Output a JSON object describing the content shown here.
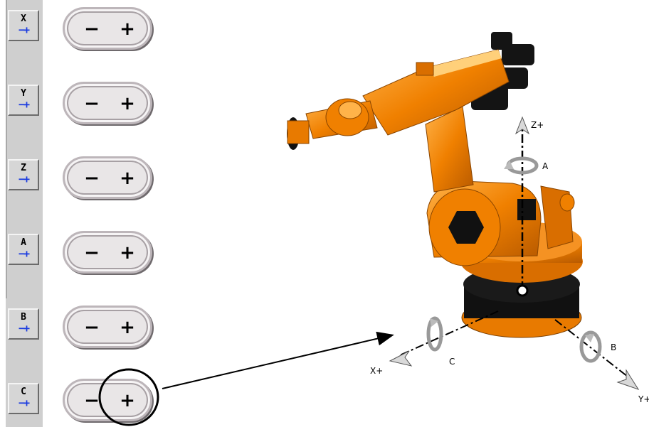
{
  "axes": [
    {
      "letter": "X",
      "pm": "−+",
      "minus": "−",
      "plus": "+"
    },
    {
      "letter": "Y",
      "pm": "−+",
      "minus": "−",
      "plus": "+"
    },
    {
      "letter": "Z",
      "pm": "−+",
      "minus": "−",
      "plus": "+"
    },
    {
      "letter": "A",
      "pm": "−+",
      "minus": "−",
      "plus": "+"
    },
    {
      "letter": "B",
      "pm": "−+",
      "minus": "−",
      "plus": "+"
    },
    {
      "letter": "C",
      "pm": "−+",
      "minus": "−",
      "plus": "+"
    }
  ],
  "diagram": {
    "z_label": "Z+",
    "x_label": "X+",
    "y_label": "Y+",
    "a_label": "A",
    "b_label": "B",
    "c_label": "C"
  },
  "colors": {
    "robot_orange": "#f08000",
    "pm_blue": "#1a3be0"
  }
}
